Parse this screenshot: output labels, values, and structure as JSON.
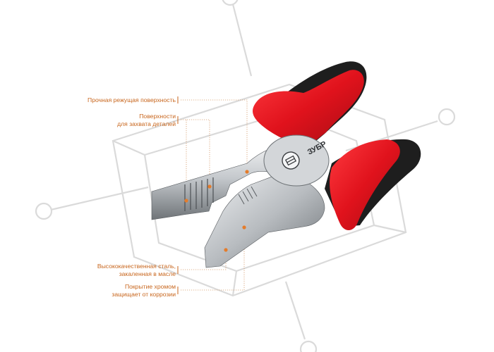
{
  "product": {
    "brand_mark": "ЗУБР"
  },
  "callouts": [
    {
      "lines": [
        "Прочная режущая поверхность"
      ]
    },
    {
      "lines": [
        "Поверхности",
        "для захвата деталей"
      ]
    },
    {
      "lines": [
        "Высококачественная сталь,",
        "закаленная в масле"
      ]
    },
    {
      "lines": [
        "Покрытие хромом",
        "защищает от коррозии"
      ]
    }
  ],
  "colors": {
    "accent": "#c8661d",
    "handle_red": "#d8121f",
    "handle_black": "#1e1e1e",
    "steel": "#a9aeb4",
    "watermark": "#dadada"
  },
  "watermark": {
    "icon": "zubr-logo-outline"
  }
}
